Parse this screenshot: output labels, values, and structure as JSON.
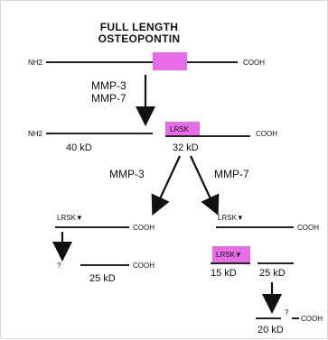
{
  "title": [
    "FULL LENGTH",
    "OSTEOPONTIN"
  ],
  "termini": {
    "n": "NH2",
    "c": "COOH"
  },
  "enzymes": {
    "first_step": [
      "MMP-3",
      "MMP-7"
    ],
    "mmp3": "MMP-3",
    "mmp7": "MMP-7"
  },
  "motif": "LRSK",
  "motif_cut": "LRSK▼",
  "unknown": "?",
  "sizes": {
    "kd40": "40 kD",
    "kd32": "32 kD",
    "kd25_left": "25 kD",
    "kd15": "15 kD",
    "kd25_right": "25 kD",
    "kd20": "20 kD"
  },
  "colors": {
    "highlight": "#e86ce8",
    "line": "#222222"
  }
}
